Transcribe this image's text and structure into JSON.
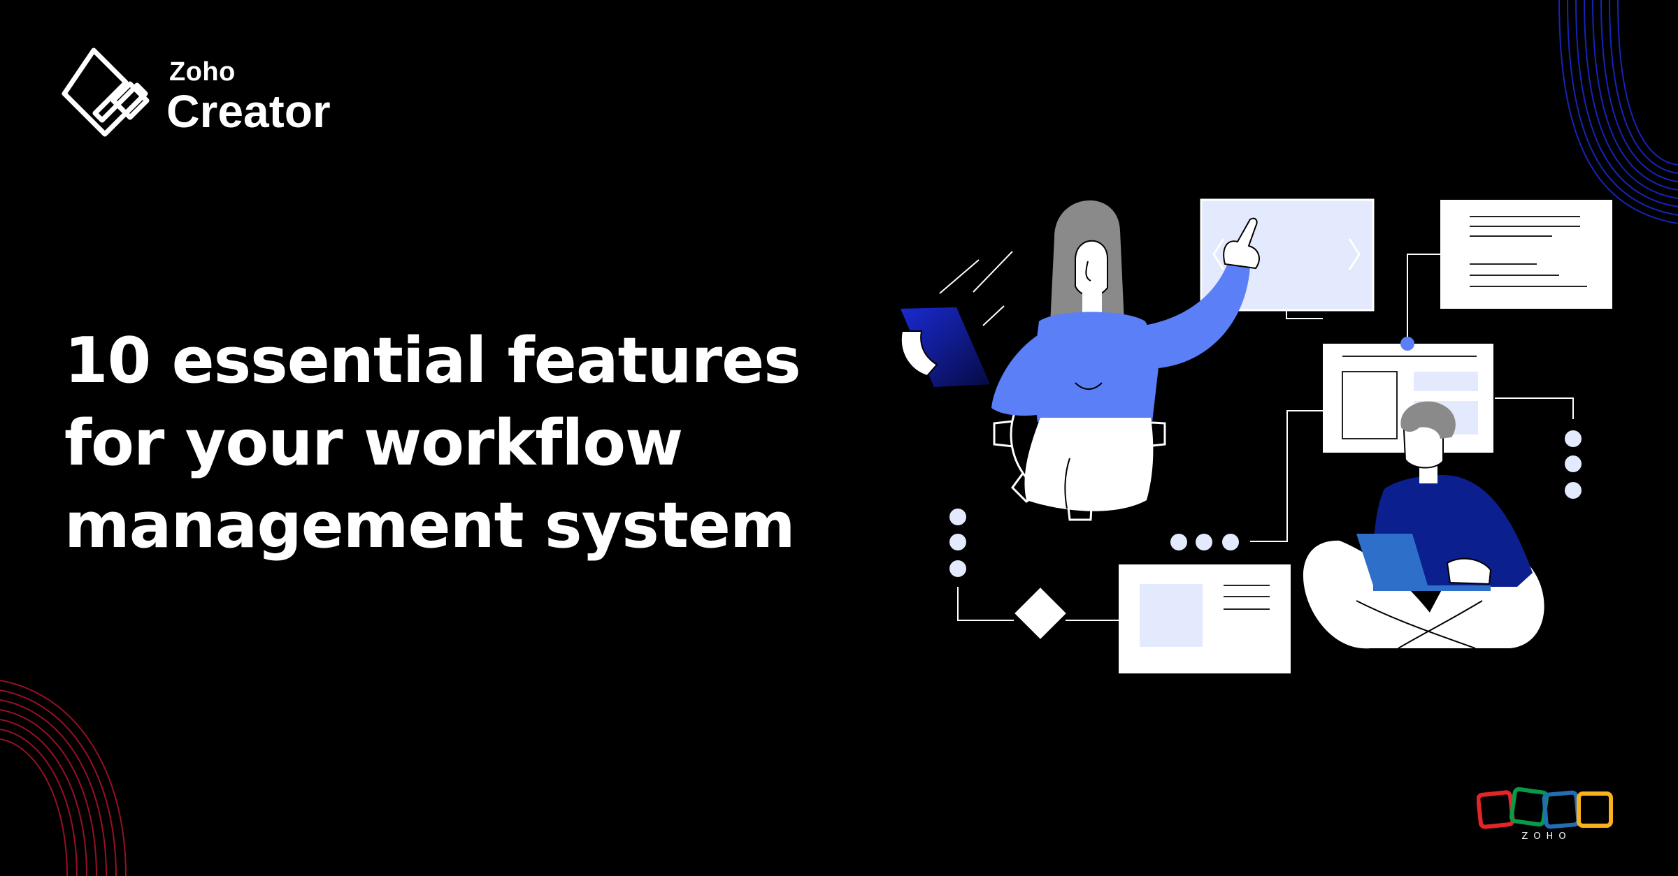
{
  "brand": {
    "name_small": "Zoho",
    "name_big": "Creator",
    "icon": "zoho-creator-logo-icon"
  },
  "headline": {
    "lines": [
      "10 essential features",
      "for your workflow",
      "management system"
    ]
  },
  "footer_logo": {
    "text": "ZOHO",
    "icon": "zoho-logo-icon",
    "colors": [
      "#e42527",
      "#089949",
      "#226db4",
      "#f9b21d"
    ]
  },
  "colors": {
    "background": "#000000",
    "text": "#ffffff",
    "accent_blue": "#5b7ff7",
    "navy": "#0c1f8f",
    "pale_blue": "#e3eafd",
    "deco_red": "#b3122b",
    "deco_blue": "#1b2bd6"
  }
}
